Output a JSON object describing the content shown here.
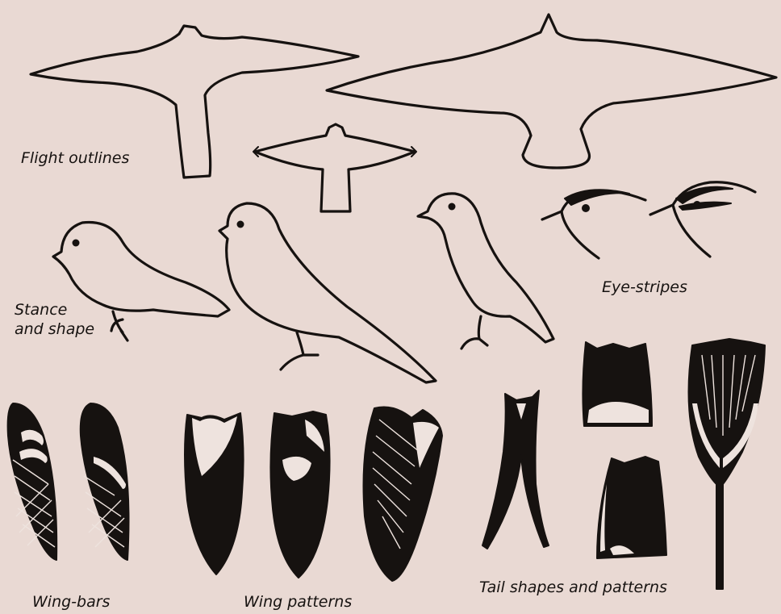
{
  "labels": {
    "flight": "Flight outlines",
    "stance": "Stance\nand shape",
    "eye": "Eye-stripes",
    "wingbars": "Wing-bars",
    "wingpatterns": "Wing patterns",
    "tail": "Tail shapes and patterns"
  },
  "colors": {
    "paper": "#e9d9d3",
    "ink": "#161210"
  }
}
